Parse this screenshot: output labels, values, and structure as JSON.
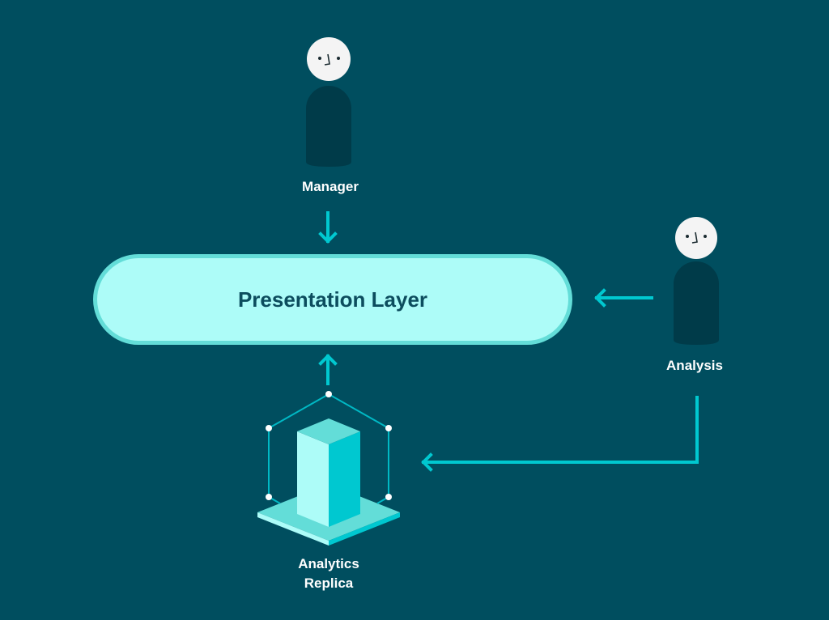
{
  "diagram": {
    "nodes": {
      "manager": {
        "label": "Manager",
        "icon": "person-icon"
      },
      "analysis": {
        "label": "Analysis",
        "icon": "person-icon"
      },
      "presentation_layer": {
        "label": "Presentation Layer"
      },
      "analytics_replica": {
        "label_line1": "Analytics",
        "label_line2": "Replica",
        "icon": "database-replica-icon"
      }
    },
    "edges": [
      {
        "from": "Manager",
        "to": "Presentation Layer"
      },
      {
        "from": "Analysis",
        "to": "Presentation Layer"
      },
      {
        "from": "Analytics Replica",
        "to": "Presentation Layer"
      },
      {
        "from": "Analysis",
        "to": "Analytics Replica"
      }
    ]
  },
  "colors": {
    "background": "#004e5f",
    "accent": "#00c8d0",
    "pill_fill": "#adfcf8",
    "pill_border": "#63ddd8",
    "pill_text": "#0c4d5e",
    "person_body": "#003b49",
    "person_head": "#f4f4f4",
    "label_text": "#ffffff"
  }
}
